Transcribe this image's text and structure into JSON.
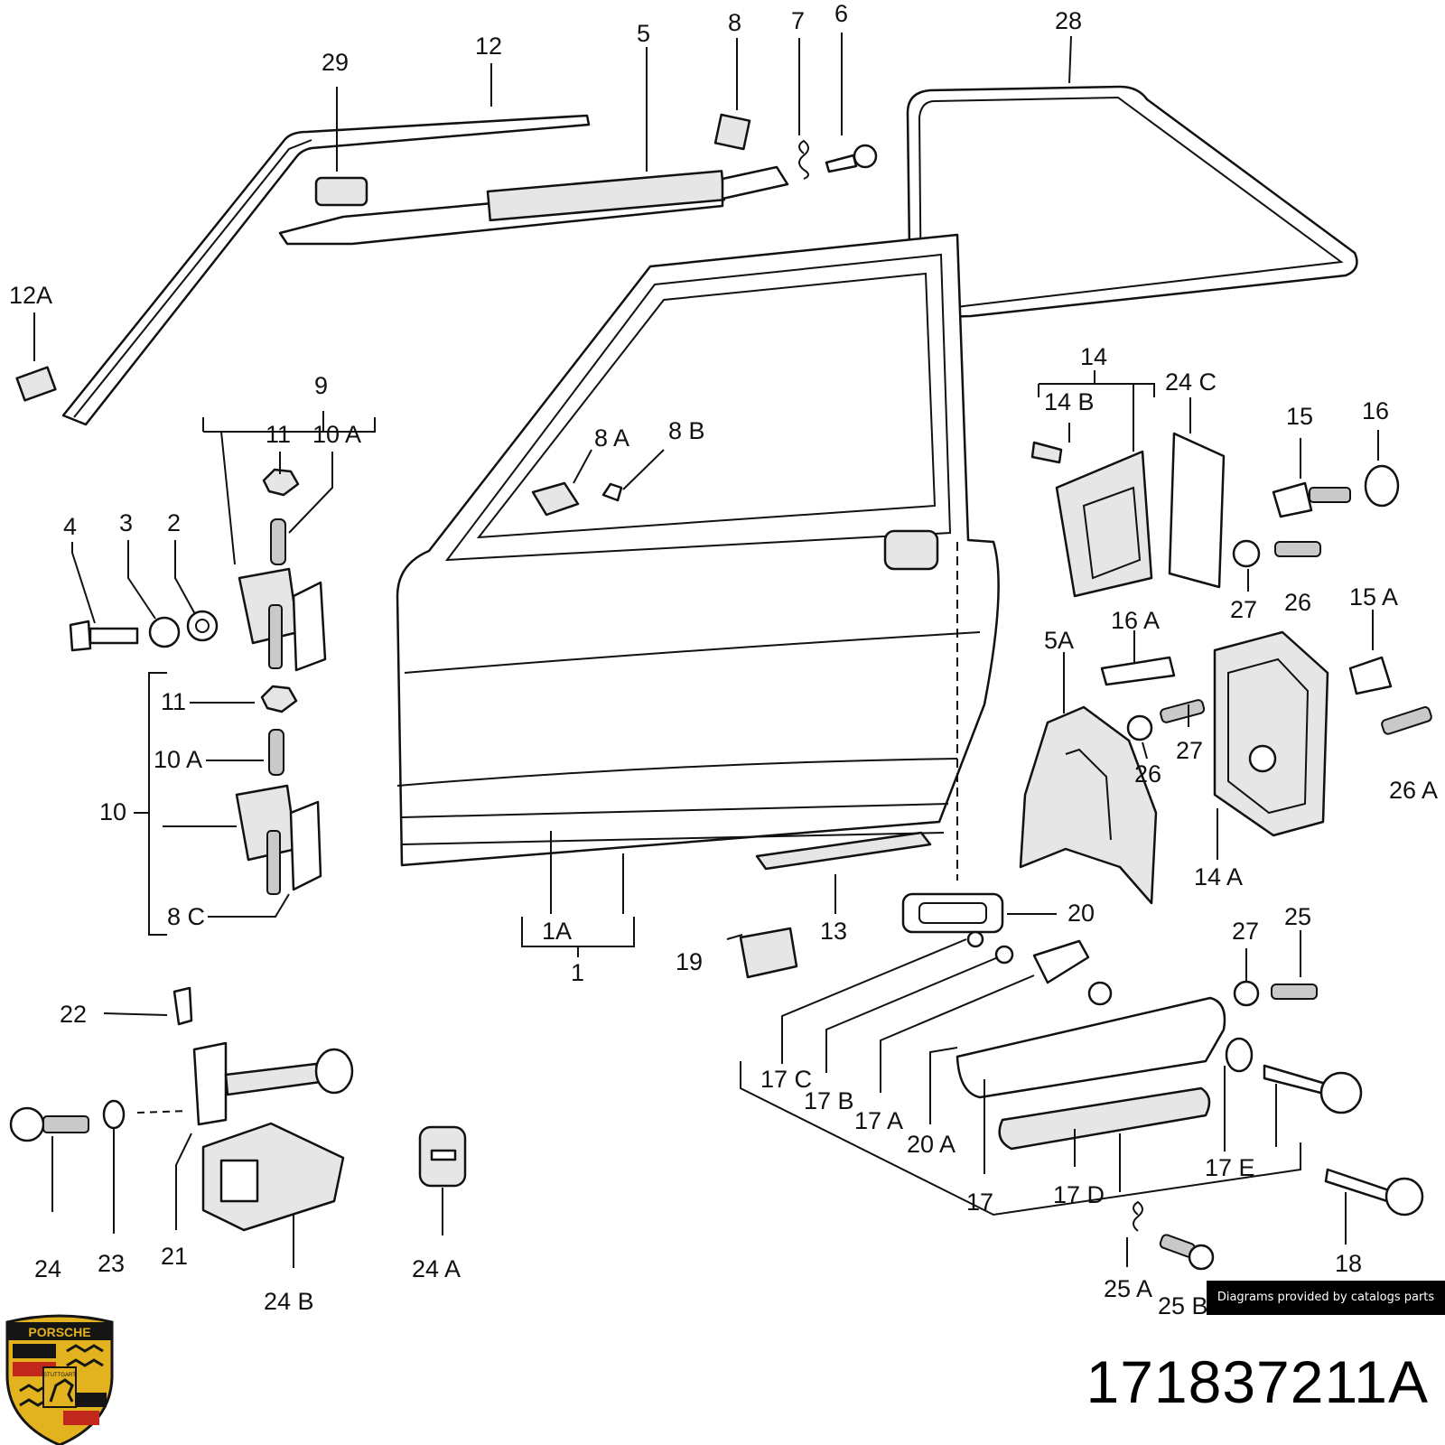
{
  "part_number": "171837211A",
  "credit": "Diagrams provided by catalogs parts",
  "logo": {
    "word": "PORSCHE",
    "city": "STUTTGART",
    "colors": {
      "gold": "#e2b21f",
      "red": "#c2271c",
      "black": "#151515"
    }
  },
  "callouts": {
    "c1": "1",
    "c1A": "1A",
    "c2": "2",
    "c3": "3",
    "c4": "4",
    "c5": "5",
    "c5A": "5A",
    "c6": "6",
    "c7": "7",
    "c8": "8",
    "c8A": "8 A",
    "c8B": "8 B",
    "c8C": "8 C",
    "c9": "9",
    "c10": "10",
    "c10A_top": "10 A",
    "c10A_low": "10 A",
    "c11_top": "11",
    "c11_low": "11",
    "c12": "12",
    "c12A": "12A",
    "c13": "13",
    "c14": "14",
    "c14A": "14 A",
    "c14B": "14 B",
    "c15": "15",
    "c15A": "15 A",
    "c16": "16",
    "c16A": "16 A",
    "c17": "17",
    "c17A": "17 A",
    "c17B": "17 B",
    "c17C": "17 C",
    "c17D": "17 D",
    "c17E": "17 E",
    "c18": "18",
    "c19": "19",
    "c20": "20",
    "c20A": "20 A",
    "c21": "21",
    "c22": "22",
    "c23": "23",
    "c24": "24",
    "c24A": "24 A",
    "c24B": "24 B",
    "c24C": "24 C",
    "c25": "25",
    "c25A": "25 A",
    "c25B": "25 B",
    "c26_top": "26",
    "c26_mid": "26",
    "c26A": "26 A",
    "c27_top": "27",
    "c27_mid": "27",
    "c27_low": "27",
    "c28": "28",
    "c29": "29"
  }
}
